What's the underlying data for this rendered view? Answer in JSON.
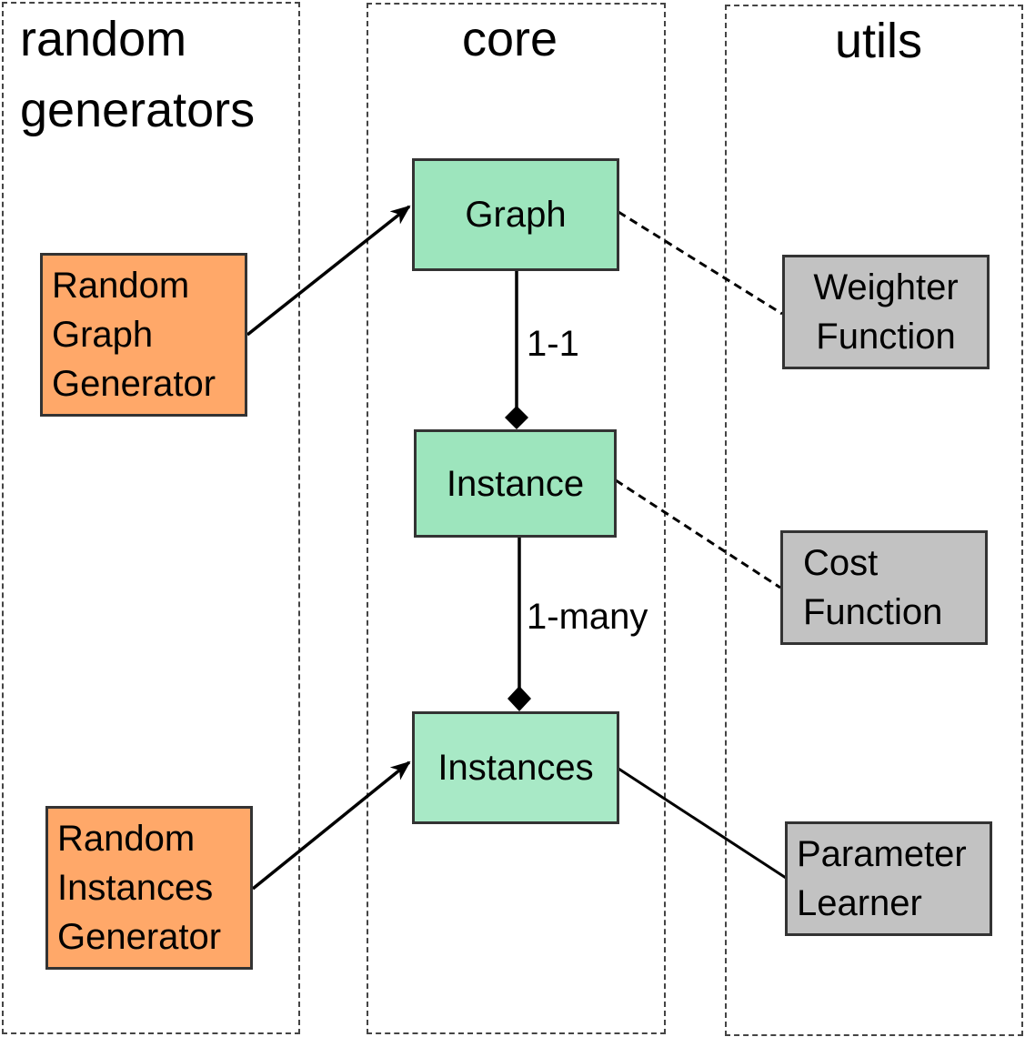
{
  "lanes": {
    "random_generators": {
      "title_line1": "random",
      "title_line2": "generators"
    },
    "core": {
      "title": "core"
    },
    "utils": {
      "title": "utils"
    }
  },
  "core_boxes": {
    "graph": "Graph",
    "instance": "Instance",
    "instances": "Instances"
  },
  "generator_boxes": {
    "random_graph_generator": [
      "Random",
      "Graph",
      "Generator"
    ],
    "random_instances_generator": [
      "Random",
      "Instances",
      "Generator"
    ]
  },
  "util_boxes": {
    "weighter_function": [
      "Weighter",
      "Function"
    ],
    "cost_function": [
      "Cost",
      "Function"
    ],
    "parameter_learner": [
      "Parameter",
      "Learner"
    ]
  },
  "edge_labels": {
    "graph_instance": "1-1",
    "instance_instances": "1-many"
  },
  "colors": {
    "core_fill": "#9de5bd",
    "core_fill_light": "#a8e9c6",
    "generator_fill": "#ffa869",
    "util_fill": "#c2c2c2",
    "border": "#333333",
    "lane_border": "#444444",
    "line": "#000000"
  }
}
